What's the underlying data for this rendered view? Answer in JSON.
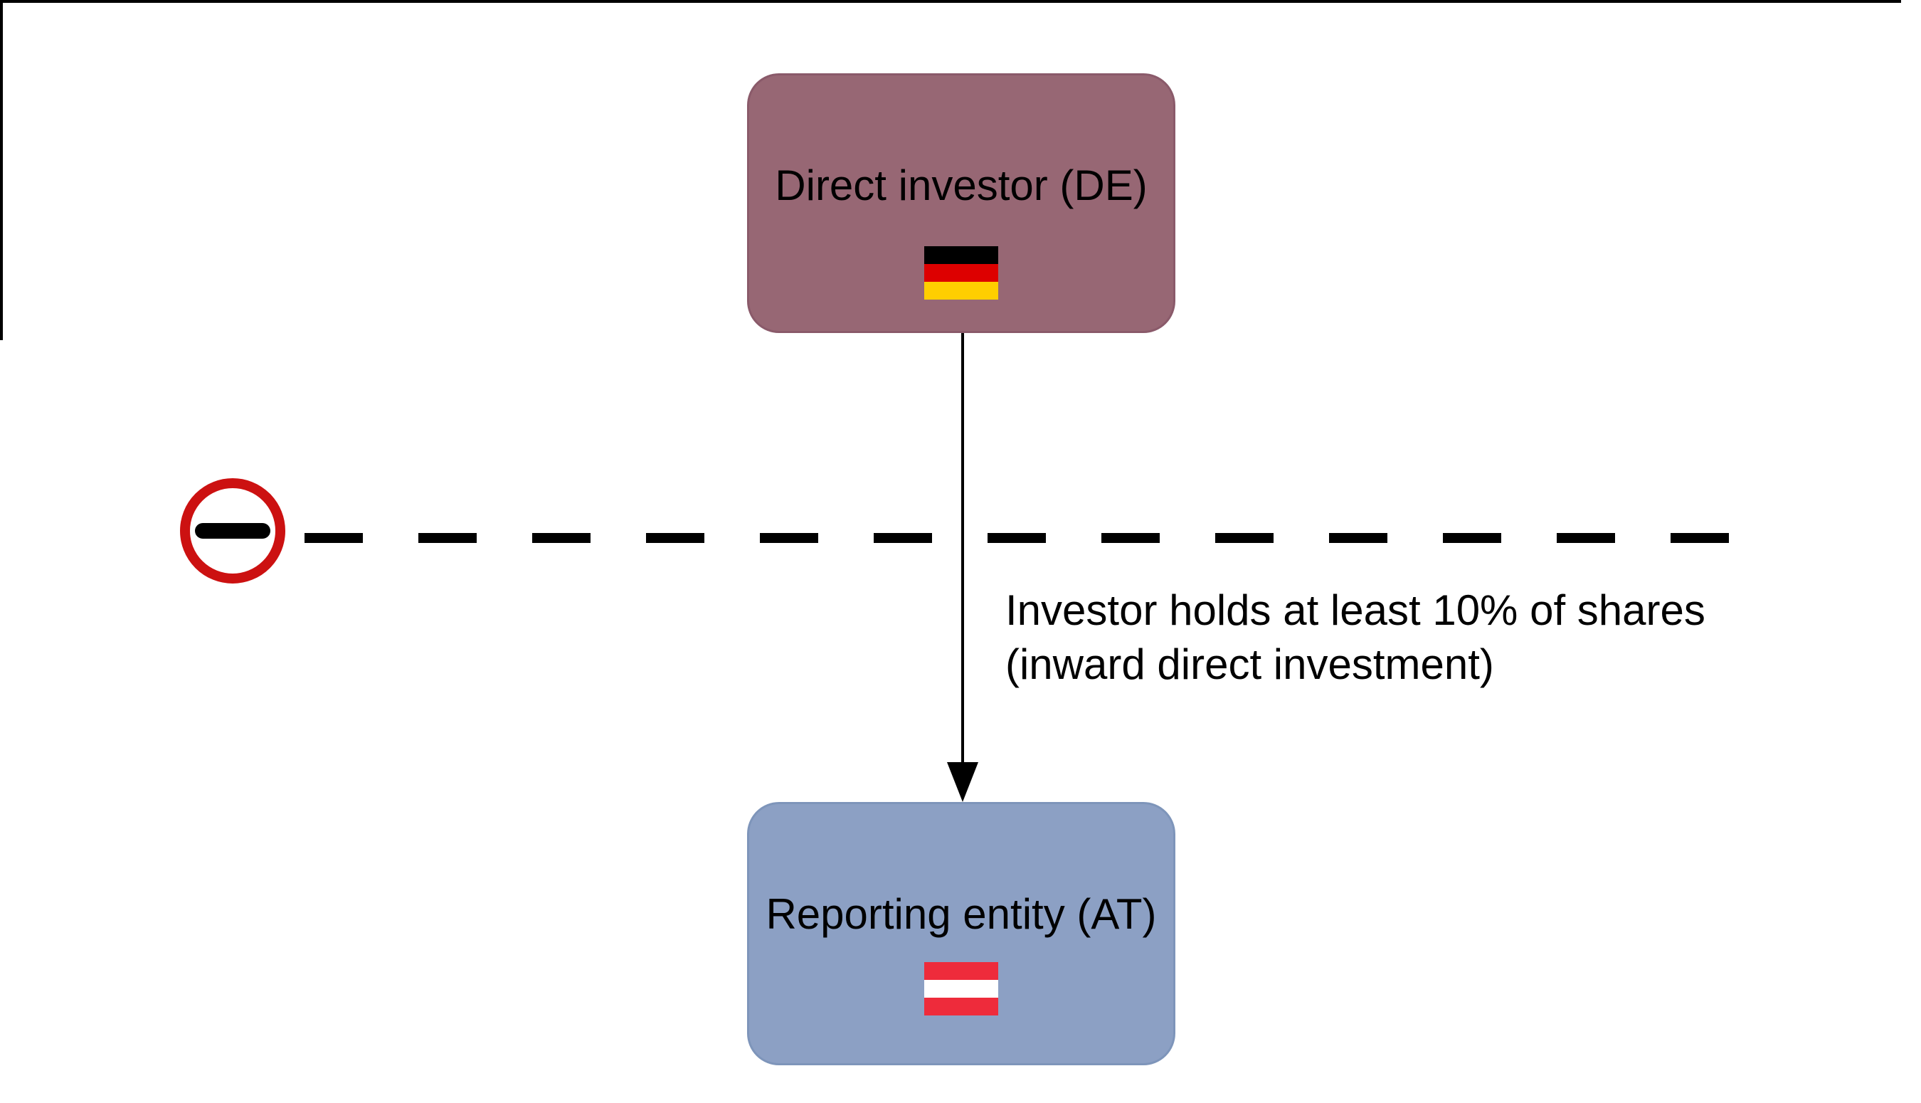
{
  "diagram": {
    "nodes": {
      "investor": {
        "label": "Direct investor (DE)",
        "fill": "#976774",
        "flag": {
          "name": "germany-flag",
          "stripes": [
            "#000000",
            "#dd0000",
            "#ffce00"
          ]
        }
      },
      "reporting": {
        "label": "Reporting entity (AT)",
        "fill": "#8ca0c4",
        "flag": {
          "name": "austria-flag",
          "stripes": [
            "#ee2b3b",
            "#ffffff",
            "#ee2b3b"
          ]
        }
      }
    },
    "edge": {
      "label_line1": "Investor holds at least 10% of shares",
      "label_line2": "(inward direct investment)",
      "color": "#000000"
    },
    "boundary": {
      "ring_color": "#cc1111",
      "bar_color": "#000000",
      "line_color": "#000000"
    }
  }
}
